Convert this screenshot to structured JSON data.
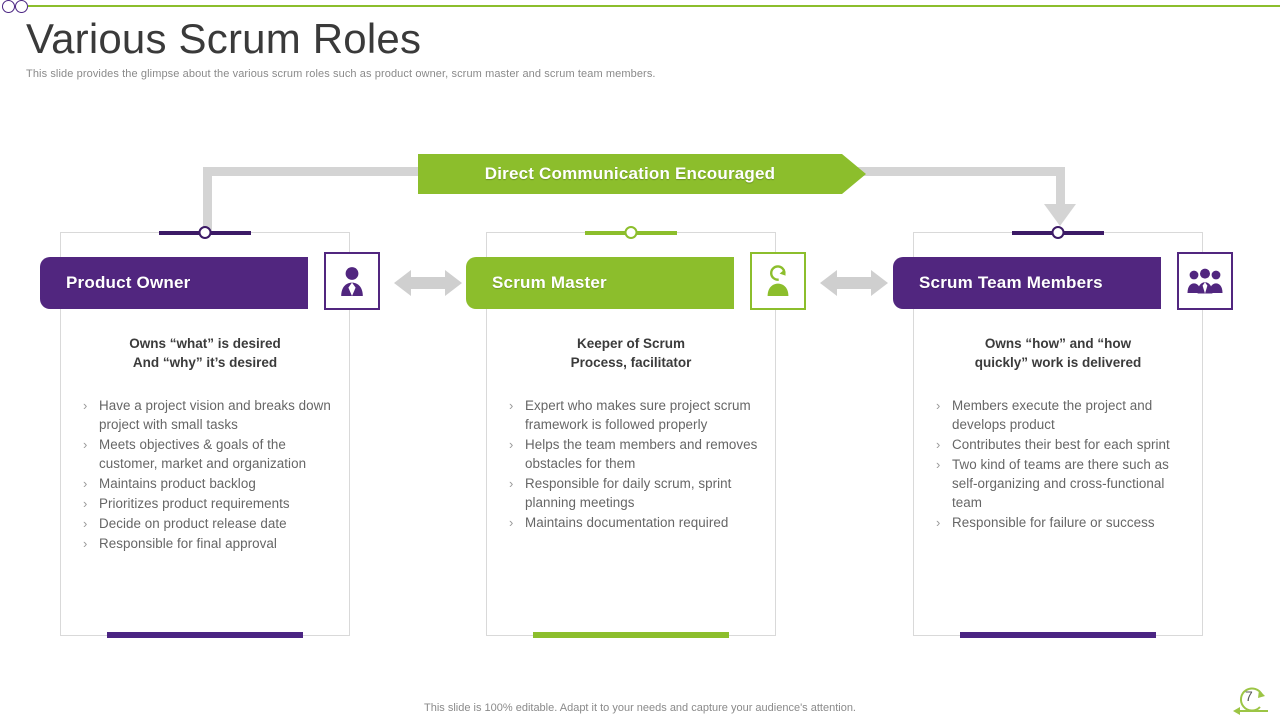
{
  "header": {
    "title": "Various Scrum Roles",
    "subtitle": "This slide provides the glimpse about the various scrum roles such as product owner, scrum master and scrum team members."
  },
  "banner": {
    "label": "Direct Communication Encouraged"
  },
  "colors": {
    "purple": "#51267F",
    "purple_dark": "#4B2583",
    "green": "#8CBE2C",
    "connector_gray": "#d4d4d4",
    "body_text": "#666666",
    "title_text": "#3a3a3a"
  },
  "cards": [
    {
      "role": "Product Owner",
      "icon": "person-icon",
      "theme": "purple",
      "subtitle_line1": "Owns “what” is desired",
      "subtitle_line2": "And “why” it’s desired",
      "bullets": [
        "Have a project vision and breaks down project with small tasks",
        "Meets objectives & goals of the customer, market and organization",
        "Maintains product backlog",
        "Prioritizes product requirements",
        "Decide on product release date",
        "Responsible for final approval"
      ]
    },
    {
      "role": "Scrum Master",
      "icon": "person-refresh-icon",
      "theme": "green",
      "subtitle_line1": "Keeper of Scrum",
      "subtitle_line2": "Process, facilitator",
      "bullets": [
        "Expert who makes sure project scrum framework is followed properly",
        "Helps the team members and removes obstacles for them",
        "Responsible for daily scrum, sprint planning meetings",
        "Maintains documentation required"
      ]
    },
    {
      "role": "Scrum Team Members",
      "icon": "people-group-icon",
      "theme": "purple",
      "subtitle_line1": "Owns “how” and “how",
      "subtitle_line2": "quickly” work is delivered",
      "bullets": [
        "Members execute the project and develops product",
        "Contributes their best for each sprint",
        "Two kind of teams are there such as self-organizing and cross-functional team",
        "Responsible for failure or success"
      ]
    }
  ],
  "bullet_marker": "›",
  "footer": {
    "note": "This slide is 100% editable. Adapt it to your needs and capture your audience's attention.",
    "page_number": "7"
  }
}
